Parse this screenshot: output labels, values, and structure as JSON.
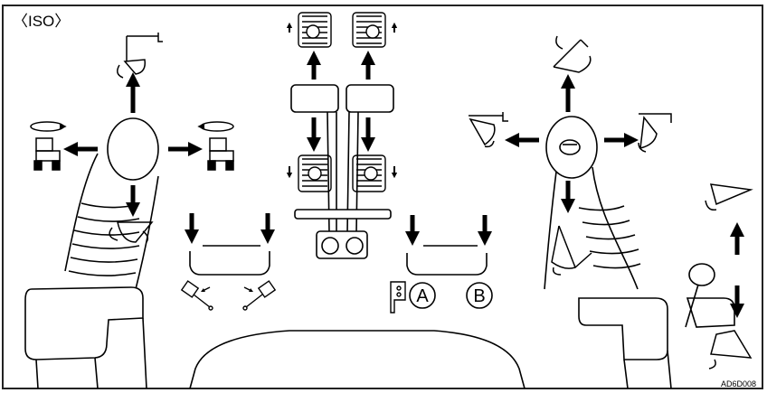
{
  "standard_label": "〈ISO〉",
  "pattern_labels": [
    "A",
    "B"
  ],
  "figure_code": "AD6D008",
  "colors": {
    "ink": "#000000",
    "paper": "#ffffff",
    "frame": "#222222"
  }
}
